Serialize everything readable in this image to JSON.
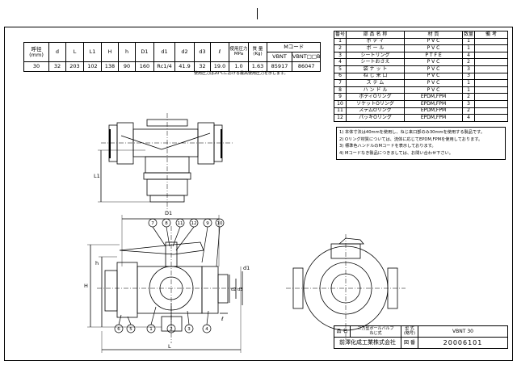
{
  "spec_table": {
    "headers": [
      "呼径\n(mm)",
      "d",
      "L",
      "L1",
      "H",
      "h",
      "D1",
      "d1",
      "d2",
      "d3",
      "ℓ",
      "使用圧力\nMPa",
      "質 量\n(Kg)"
    ],
    "mcode_header": "Mコード",
    "mcode_cols": [
      "VBNT",
      "VBNT□□B"
    ],
    "row": [
      "30",
      "32",
      "203",
      "102",
      "138",
      "90",
      "160",
      "Rc1/4",
      "41.9",
      "32",
      "19.0",
      "1.0",
      "1.63",
      "85917",
      "86047"
    ],
    "note": "使用圧力は20℃における最高使用圧力を示します。"
  },
  "parts_table": {
    "headers": [
      "番号",
      "部 品 名 称",
      "材 質",
      "数量",
      "備 考"
    ],
    "rows": [
      [
        "1",
        "ボ デ ィ",
        "P V C",
        "1",
        ""
      ],
      [
        "2",
        "ボ ー ル",
        "P V C",
        "1",
        ""
      ],
      [
        "3",
        "シートリング",
        "P T F E",
        "4",
        ""
      ],
      [
        "4",
        "シートおさえ",
        "P V C",
        "2",
        ""
      ],
      [
        "5",
        "袋 ナ ッ ト",
        "P V C",
        "3",
        ""
      ],
      [
        "6",
        "ね じ 来 口",
        "P V C",
        "3",
        ""
      ],
      [
        "7",
        "ス テ ム",
        "P V C",
        "1",
        ""
      ],
      [
        "8",
        "ハ ン ド ル",
        "P V C",
        "1",
        ""
      ],
      [
        "9",
        "ボディOリング",
        "EPDM,FPM",
        "2",
        ""
      ],
      [
        "10",
        "ソケットOリング",
        "EPDM,FPM",
        "3",
        ""
      ],
      [
        "11",
        "ステムOリング",
        "EPDM,FPM",
        "2",
        ""
      ],
      [
        "12",
        "パッキOリング",
        "EPDM,FPM",
        "4",
        ""
      ]
    ]
  },
  "notes": [
    "1) 本体寸法は40mmを使用し、ねじ来口部のみ30mmを使用する製品です。",
    "2) Oリング材質については、流体に応じてEPDM,FPMを使用しております。",
    "3) 標準色ハンドルのMコードを表示しております。",
    "4) Mコードなき製品につきましては、お問い合わせ下さい。"
  ],
  "title_block": {
    "name_label": "品 名",
    "name_value": "三方型ボールバルブ\nねじ式",
    "model_label": "型 式\n(略号)",
    "model_value": "VBNT 30",
    "company": "前澤化成工業株式会社",
    "drawing_label": "図 番",
    "drawing_value": "20006101"
  },
  "drawing": {
    "dimension_labels": [
      "L1",
      "D1",
      "H",
      "h",
      "L",
      "d1",
      "d2",
      "d3",
      "ℓ"
    ],
    "callouts": [
      "7",
      "8",
      "11",
      "12",
      "9",
      "10",
      "6",
      "5",
      "1",
      "2",
      "3",
      "4"
    ]
  }
}
